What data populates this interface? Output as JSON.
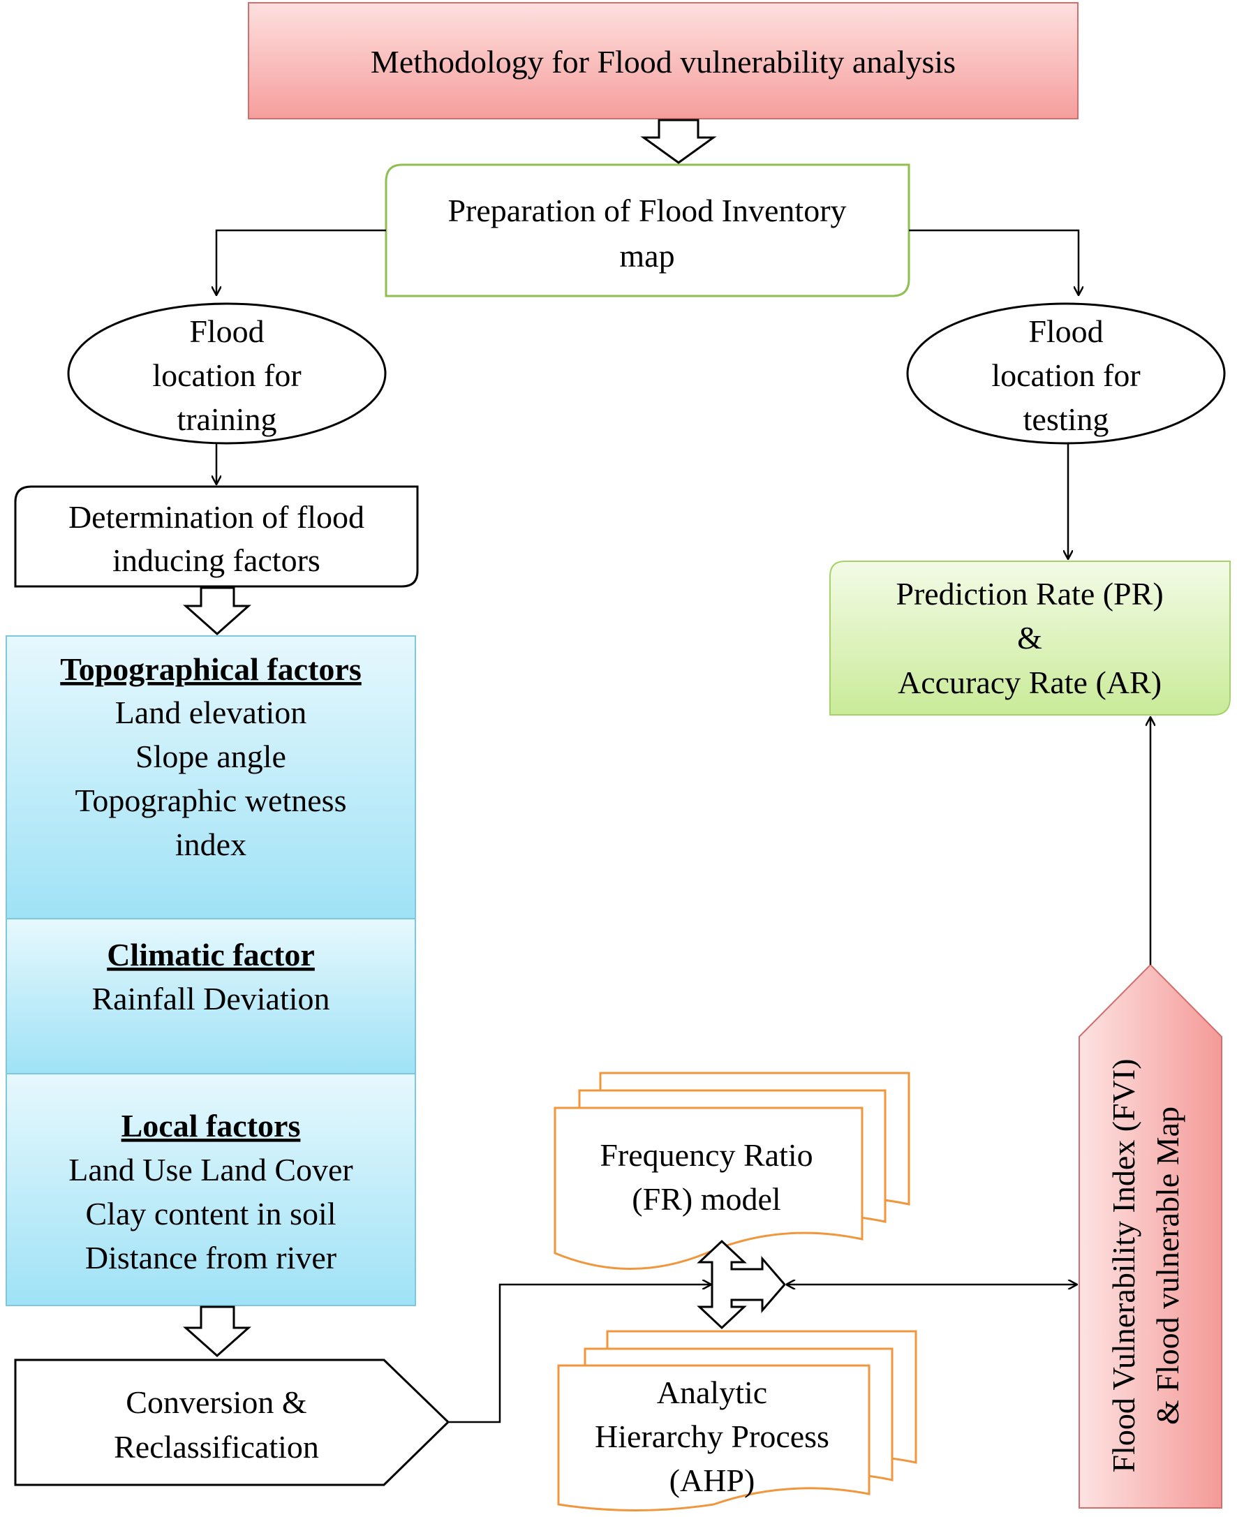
{
  "title": "Methodology for Flood vulnerability analysis",
  "inventory": {
    "line1": "Preparation of Flood Inventory",
    "line2": "map"
  },
  "training": {
    "line1": "Flood",
    "line2": "location for",
    "line3": "training"
  },
  "testing": {
    "line1": "Flood",
    "line2": "location for",
    "line3": "testing"
  },
  "determination": {
    "line1": "Determination of flood",
    "line2": "inducing factors"
  },
  "topographical": {
    "heading": "Topographical factors",
    "items": [
      "Land elevation",
      "Slope angle",
      "Topographic wetness",
      "index"
    ]
  },
  "climatic": {
    "heading": "Climatic factor",
    "items": [
      "Rainfall Deviation"
    ]
  },
  "local": {
    "heading": "Local factors",
    "items": [
      "Land Use Land Cover",
      "Clay content in soil",
      "Distance from river"
    ]
  },
  "conversion": {
    "line1": "Conversion &",
    "line2": "Reclassification"
  },
  "fr_model": {
    "line1": "Frequency Ratio",
    "line2": "(FR) model"
  },
  "ahp": {
    "line1": "Analytic",
    "line2": "Hierarchy Process",
    "line3": "(AHP)"
  },
  "prediction": {
    "line1": "Prediction Rate (PR)",
    "line2": "&",
    "line3": "Accuracy Rate (AR)"
  },
  "fvi": {
    "line1": "Flood Vulnerability Index (FVI)",
    "line2": "& Flood vulnerable Map"
  }
}
